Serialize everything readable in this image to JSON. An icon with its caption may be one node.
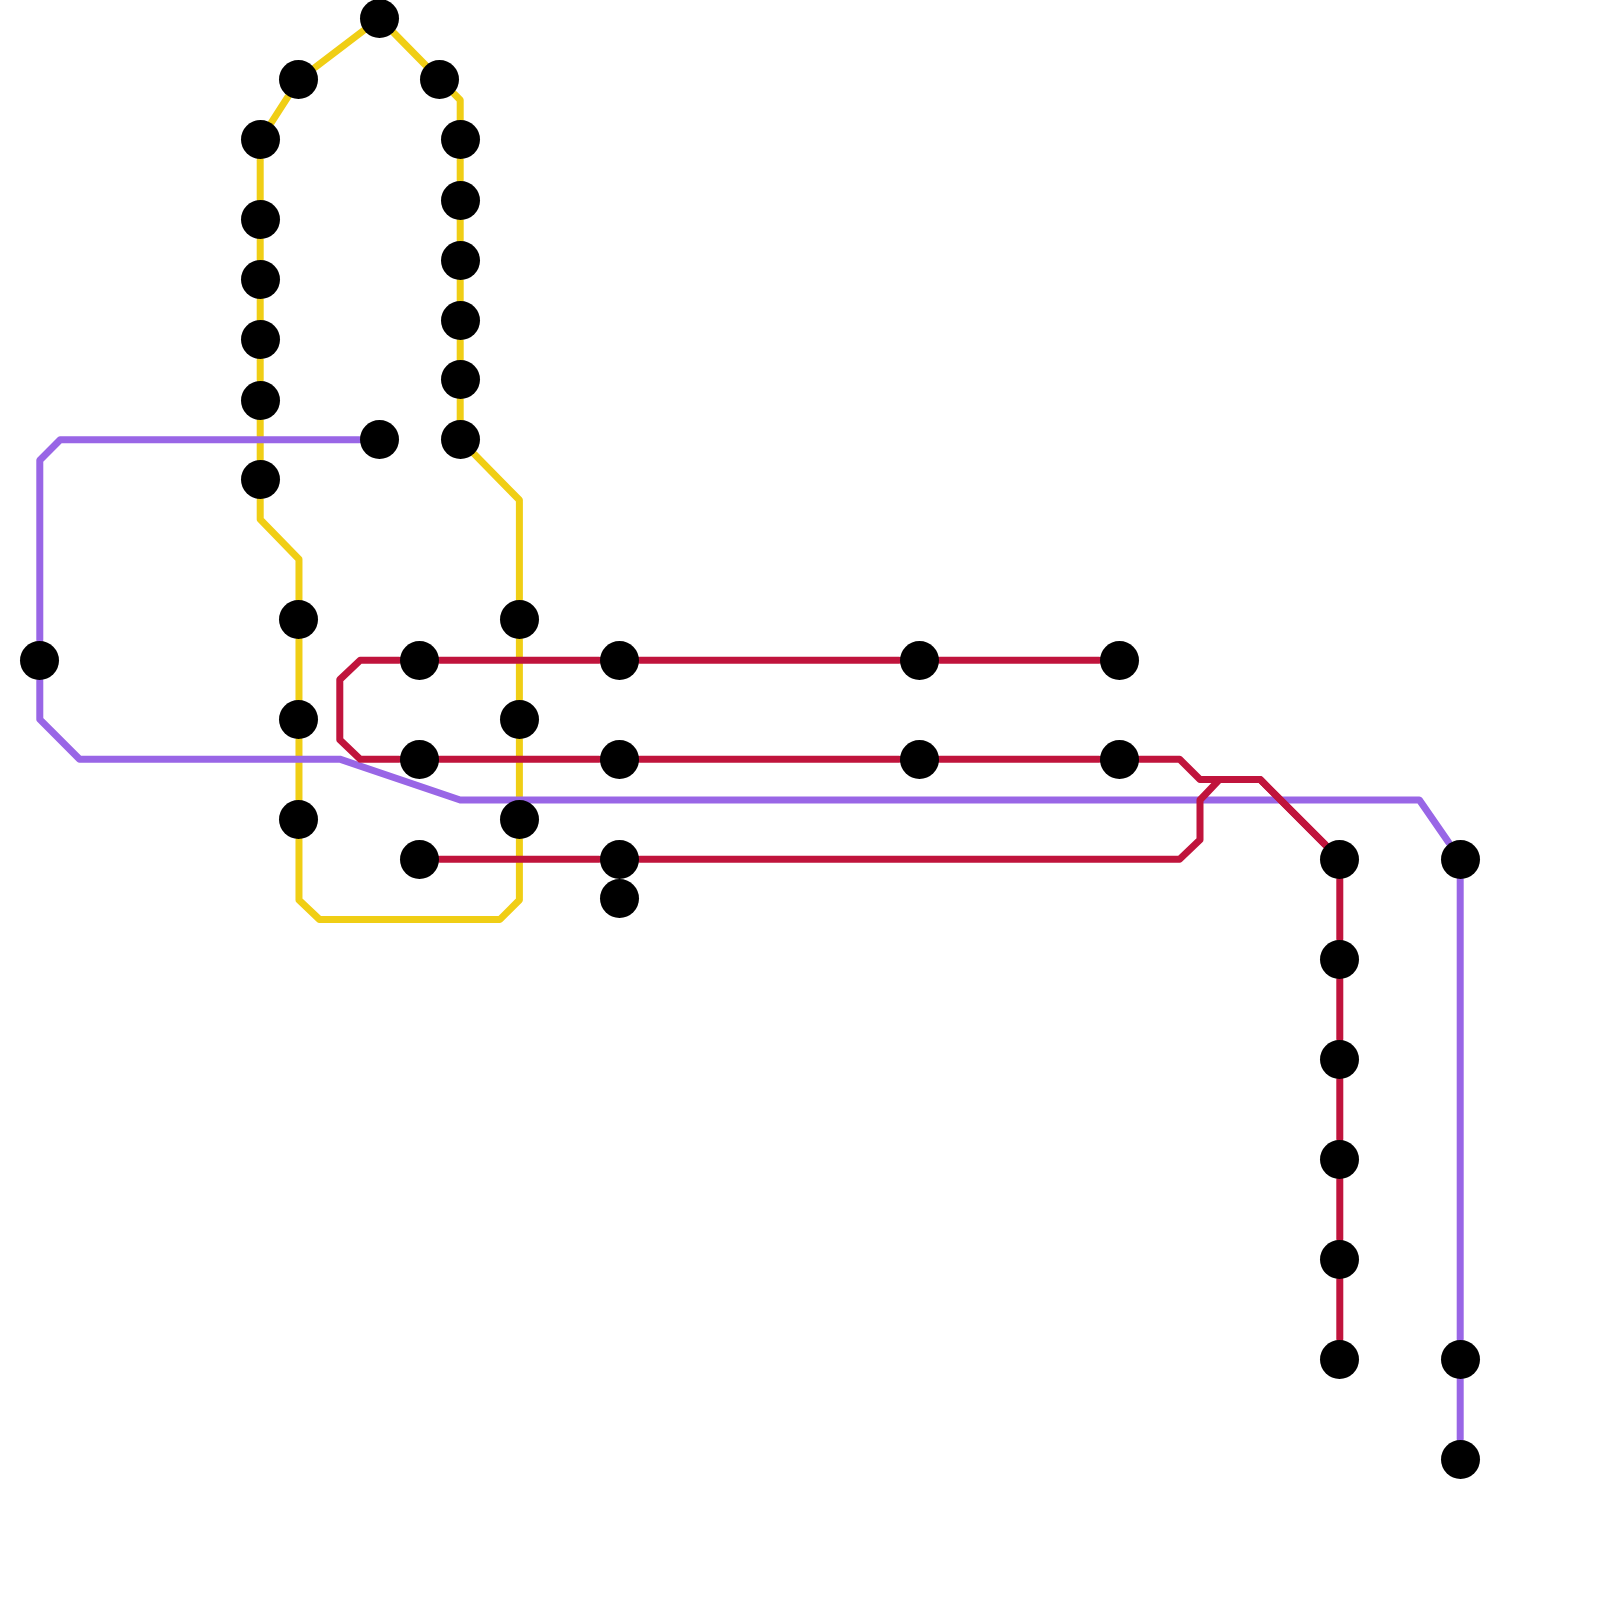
{
  "diagram": {
    "nodes": [
      {
        "text": [],
        "shape": "circle"
      },
      {
        "text": [],
        "shape": "circle"
      },
      {
        "text": [],
        "shape": "circle"
      },
      {
        "text": [],
        "shape": "circle"
      },
      {
        "text": [],
        "shape": "circle"
      },
      {
        "text": [],
        "shape": "circle"
      },
      {
        "text": [],
        "shape": "circle"
      },
      {
        "text": [],
        "shape": "circle"
      },
      {
        "text": [],
        "shape": "circle"
      },
      {
        "text": [],
        "shape": "circle"
      },
      {
        "text": [],
        "shape": "circle"
      },
      {
        "text": [],
        "shape": "circle"
      },
      {
        "text": [],
        "shape": "circle"
      },
      {
        "text": [],
        "shape": "circle"
      },
      {
        "text": [],
        "shape": "circle"
      },
      {
        "text": [],
        "shape": "circle"
      },
      {
        "text": [],
        "shape": "circle"
      },
      {
        "text": [],
        "shape": "circle"
      },
      {
        "text": [],
        "shape": "circle"
      },
      {
        "text": [],
        "shape": "circle"
      },
      {
        "text": [],
        "shape": "circle"
      },
      {
        "text": [],
        "shape": "circle"
      },
      {
        "text": [],
        "shape": "circle"
      },
      {
        "text": [],
        "shape": "circle"
      },
      {
        "text": [],
        "shape": "circle"
      },
      {
        "text": [],
        "shape": "circle"
      },
      {
        "text": [],
        "shape": "circle"
      },
      {
        "text": [],
        "shape": "circle"
      },
      {
        "text": [],
        "shape": "circle"
      },
      {
        "text": [],
        "shape": "circle"
      },
      {
        "text": [],
        "shape": "circle"
      },
      {
        "text": [],
        "shape": "circle"
      },
      {
        "text": [],
        "shape": "circle"
      },
      {
        "text": [],
        "shape": "circle"
      },
      {
        "text": [],
        "shape": "circle"
      },
      {
        "text": [],
        "shape": "circle"
      },
      {
        "text": [],
        "shape": "circle"
      },
      {
        "text": [],
        "shape": "circle"
      },
      {
        "text": [],
        "shape": "circle"
      },
      {
        "text": [],
        "shape": "circle"
      },
      {
        "text": [],
        "shape": "circle"
      },
      {
        "text": [],
        "shape": "circle"
      },
      {
        "text": [],
        "shape": "circle"
      }
    ],
    "edges": [
      {
        "from": 1,
        "to": 0,
        "arrow": "none",
        "color": "#f0ce15"
      },
      {
        "from": 0,
        "to": 2,
        "arrow": "none",
        "color": "#f0ce15"
      },
      {
        "from": 3,
        "to": 1,
        "arrow": "none",
        "color": "#f0ce15"
      },
      {
        "from": 3,
        "to": 6,
        "arrow": "none",
        "color": "#f0ce15"
      },
      {
        "from": 6,
        "to": 8,
        "arrow": "none",
        "color": "#f0ce15"
      },
      {
        "from": 8,
        "to": 10,
        "arrow": "none",
        "color": "#f0ce15"
      },
      {
        "from": 10,
        "to": 12,
        "arrow": "none",
        "color": "#f0ce15"
      },
      {
        "from": 12,
        "to": 15,
        "arrow": "none",
        "color": "#f0ce15"
      },
      {
        "from": 15,
        "to": 16,
        "arrow": "none",
        "color": "#f0ce15"
      },
      {
        "from": 16,
        "to": 23,
        "arrow": "none",
        "color": "#f0ce15"
      },
      {
        "from": 23,
        "to": 29,
        "arrow": "none",
        "color": "#f0ce15"
      },
      {
        "from": 29,
        "to": 30,
        "arrow": "none",
        "color": "#f0ce15"
      },
      {
        "from": 17,
        "to": 24,
        "arrow": "none",
        "color": "#f0ce15"
      },
      {
        "from": 24,
        "to": 30,
        "arrow": "none",
        "color": "#f0ce15"
      },
      {
        "from": 14,
        "to": 17,
        "arrow": "none",
        "color": "#f0ce15"
      },
      {
        "from": 2,
        "to": 4,
        "arrow": "none",
        "color": "#f0ce15"
      },
      {
        "from": 4,
        "to": 5,
        "arrow": "none",
        "color": "#f0ce15"
      },
      {
        "from": 5,
        "to": 7,
        "arrow": "none",
        "color": "#f0ce15"
      },
      {
        "from": 7,
        "to": 9,
        "arrow": "none",
        "color": "#f0ce15"
      },
      {
        "from": 9,
        "to": 11,
        "arrow": "none",
        "color": "#f0ce15"
      },
      {
        "from": 11,
        "to": 14,
        "arrow": "none",
        "color": "#f0ce15"
      },
      {
        "from": 18,
        "to": 13,
        "arrow": "none",
        "color": "#9966e6"
      },
      {
        "from": 18,
        "to": 34,
        "arrow": "none",
        "color": "#9966e6"
      },
      {
        "from": 34,
        "to": 41,
        "arrow": "none",
        "color": "#9966e6"
      },
      {
        "from": 41,
        "to": 42,
        "arrow": "none",
        "color": "#9966e6"
      },
      {
        "from": 19,
        "to": 25,
        "arrow": "none",
        "color": "#c0143c"
      },
      {
        "from": 19,
        "to": 20,
        "arrow": "none",
        "color": "#c0143c"
      },
      {
        "from": 20,
        "to": 21,
        "arrow": "none",
        "color": "#c0143c"
      },
      {
        "from": 21,
        "to": 22,
        "arrow": "none",
        "color": "#c0143c"
      },
      {
        "from": 25,
        "to": 26,
        "arrow": "none",
        "color": "#c0143c"
      },
      {
        "from": 26,
        "to": 27,
        "arrow": "none",
        "color": "#c0143c"
      },
      {
        "from": 27,
        "to": 28,
        "arrow": "none",
        "color": "#c0143c"
      },
      {
        "from": 31,
        "to": 32,
        "arrow": "none",
        "color": "#c0143c"
      },
      {
        "from": 32,
        "to": 33,
        "arrow": "none",
        "color": "#c0143c"
      },
      {
        "from": 28,
        "to": 33,
        "arrow": "none",
        "color": "#c0143c"
      },
      {
        "from": 33,
        "to": 36,
        "arrow": "none",
        "color": "#c0143c"
      },
      {
        "from": 36,
        "to": 37,
        "arrow": "none",
        "color": "#c0143c"
      },
      {
        "from": 37,
        "to": 38,
        "arrow": "none",
        "color": "#c0143c"
      },
      {
        "from": 38,
        "to": 39,
        "arrow": "none",
        "color": "#c0143c"
      },
      {
        "from": 39,
        "to": 40,
        "arrow": "none",
        "color": "#c0143c"
      }
    ]
  }
}
